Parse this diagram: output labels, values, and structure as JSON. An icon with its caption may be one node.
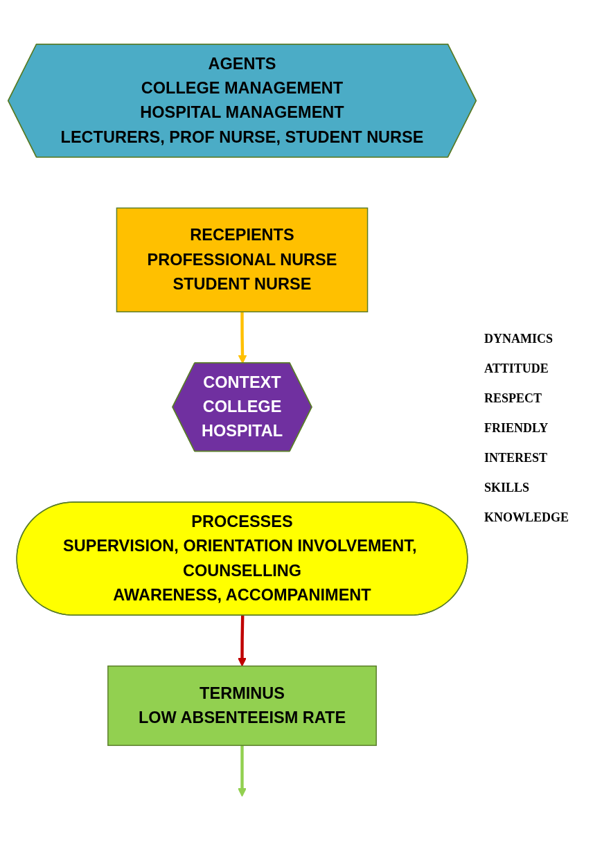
{
  "diagram": {
    "nodes": [
      {
        "text": [
          "AGENTS",
          "COLLEGE MANAGEMENT",
          "HOSPITAL MANAGEMENT",
          "LECTURERS, PROF NURSE, STUDENT NURSE"
        ]
      },
      {
        "text": [
          "RECEPIENTS",
          "PROFESSIONAL NURSE",
          "STUDENT NURSE"
        ]
      },
      {
        "text": [
          "CONTEXT",
          "COLLEGE",
          "HOSPITAL"
        ]
      },
      {
        "text": [
          "PROCESSES",
          "SUPERVISION, ORIENTATION INVOLVEMENT, COUNSELLING",
          "AWARENESS, ACCOMPANIMENT"
        ]
      },
      {
        "text": [
          "TERMINUS",
          "LOW ABSENTEEISM RATE"
        ]
      }
    ],
    "edges": [
      {
        "from": 1,
        "to": 2,
        "arrow": "to",
        "color": "#ffc000"
      },
      {
        "from": 3,
        "to": 4,
        "arrow": "to",
        "color": "#c00000"
      },
      {
        "from": 4,
        "to": null,
        "arrow": "to",
        "color": "#92d050"
      }
    ],
    "labels": [
      "DYNAMICS",
      "ATTITUDE",
      "RESPECT",
      "FRIENDLY",
      "INTEREST",
      "SKILLS",
      "KNOWLEDGE"
    ]
  }
}
